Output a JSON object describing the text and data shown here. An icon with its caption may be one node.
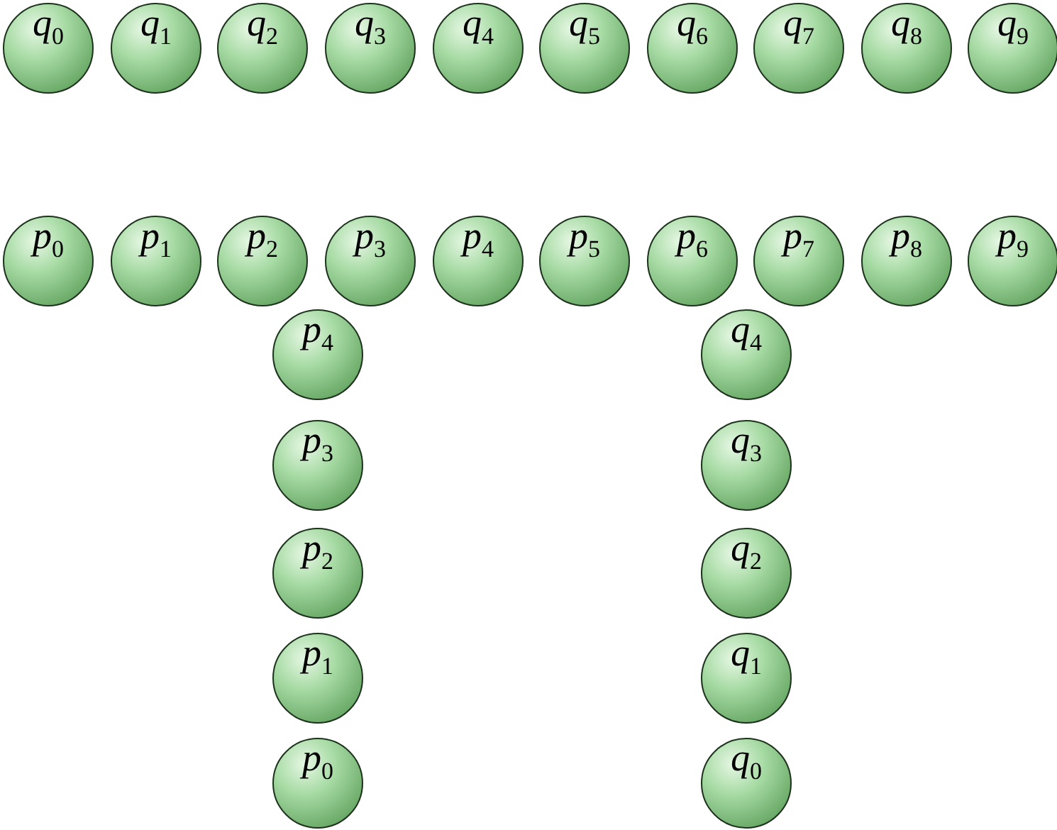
{
  "diagram": {
    "nodes": [
      {
        "text": [
          "*q*$_{0}$"
        ]
      },
      {
        "text": [
          "*q*$_{1}$"
        ]
      },
      {
        "text": [
          "*q*$_{2}$"
        ]
      },
      {
        "text": [
          "*q*$_{3}$"
        ]
      },
      {
        "text": [
          "*q*$_{4}$"
        ]
      },
      {
        "text": [
          "*q*$_{5}$"
        ]
      },
      {
        "text": [
          "*q*$_{6}$"
        ]
      },
      {
        "text": [
          "*q*$_{7}$"
        ]
      },
      {
        "text": [
          "*q*$_{8}$"
        ]
      },
      {
        "text": [
          "*q*$_{9}$"
        ]
      },
      {
        "text": [
          "*p*$_{0}$"
        ]
      },
      {
        "text": [
          "*p*$_{1}$"
        ]
      },
      {
        "text": [
          "*p*$_{2}$"
        ]
      },
      {
        "text": [
          "*p*$_{3}$"
        ]
      },
      {
        "text": [
          "*p*$_{4}$"
        ]
      },
      {
        "text": [
          "*p*$_{5}$"
        ]
      },
      {
        "text": [
          "*p*$_{6}$"
        ]
      },
      {
        "text": [
          "*p*$_{7}$"
        ]
      },
      {
        "text": [
          "*p*$_{8}$"
        ]
      },
      {
        "text": [
          "*p*$_{9}$"
        ]
      },
      {
        "text": [
          "*p*$_{4}$"
        ]
      },
      {
        "text": [
          "*q*$_{4}$"
        ]
      },
      {
        "text": [
          "*p*$_{3}$"
        ]
      },
      {
        "text": [
          "*q*$_{3}$"
        ]
      },
      {
        "text": [
          "*p*$_{2}$"
        ]
      },
      {
        "text": [
          "*q*$_{2}$"
        ]
      },
      {
        "text": [
          "*p*$_{1}$"
        ]
      },
      {
        "text": [
          "*q*$_{1}$"
        ]
      },
      {
        "text": [
          "*p*$_{0}$"
        ]
      },
      {
        "text": [
          "*q*$_{0}$"
        ]
      }
    ]
  }
}
